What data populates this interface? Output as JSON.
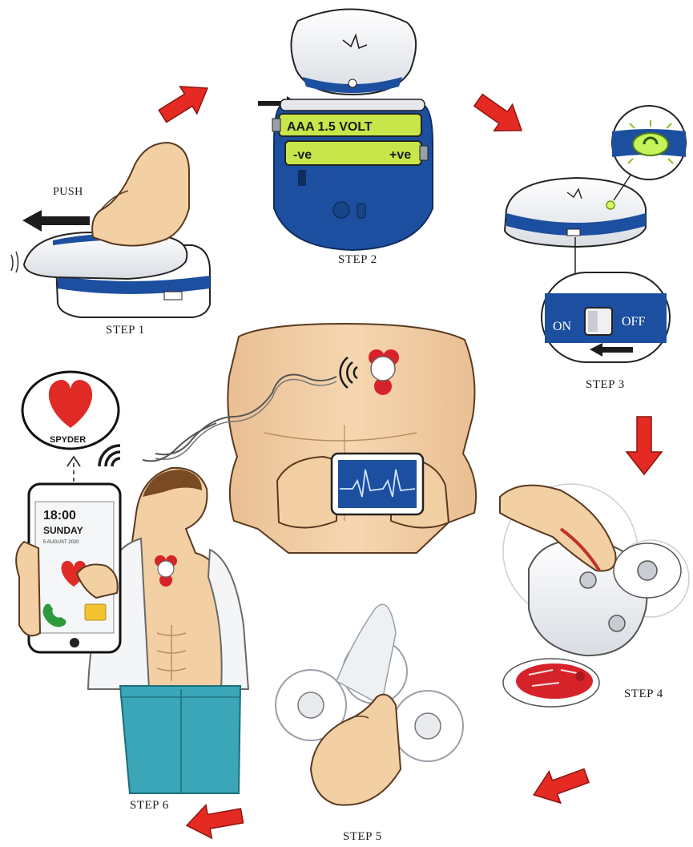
{
  "labels": {
    "step1": "STEP 1",
    "step2": "STEP 2",
    "step3": "STEP 3",
    "step4": "STEP 4",
    "step5": "STEP 5",
    "step6": "STEP 6",
    "push": "PUSH"
  },
  "battery": {
    "top_text": "AAA 1.5 VOLT",
    "neg_text": "-ve",
    "pos_text": "+ve"
  },
  "switch": {
    "on_text": "ON",
    "off_text": "OFF"
  },
  "phone": {
    "time": "18:00",
    "day": "SUNDAY",
    "date": "5 AUGUST 2020"
  },
  "app_badge": {
    "brand": "SPYDER"
  },
  "colors": {
    "arrow_red": "#e42a22",
    "device_blue": "#1d4fa0",
    "skin": "#f3cfa4",
    "jeans": "#3aa6b8",
    "battery_green": "#c8e64a",
    "heart_red": "#e02a26"
  },
  "icons": [
    "arrow-right-icon",
    "arrow-down-icon",
    "arrow-left-icon",
    "heart-icon",
    "wifi-signal-icon",
    "phone-call-icon",
    "folder-icon"
  ]
}
